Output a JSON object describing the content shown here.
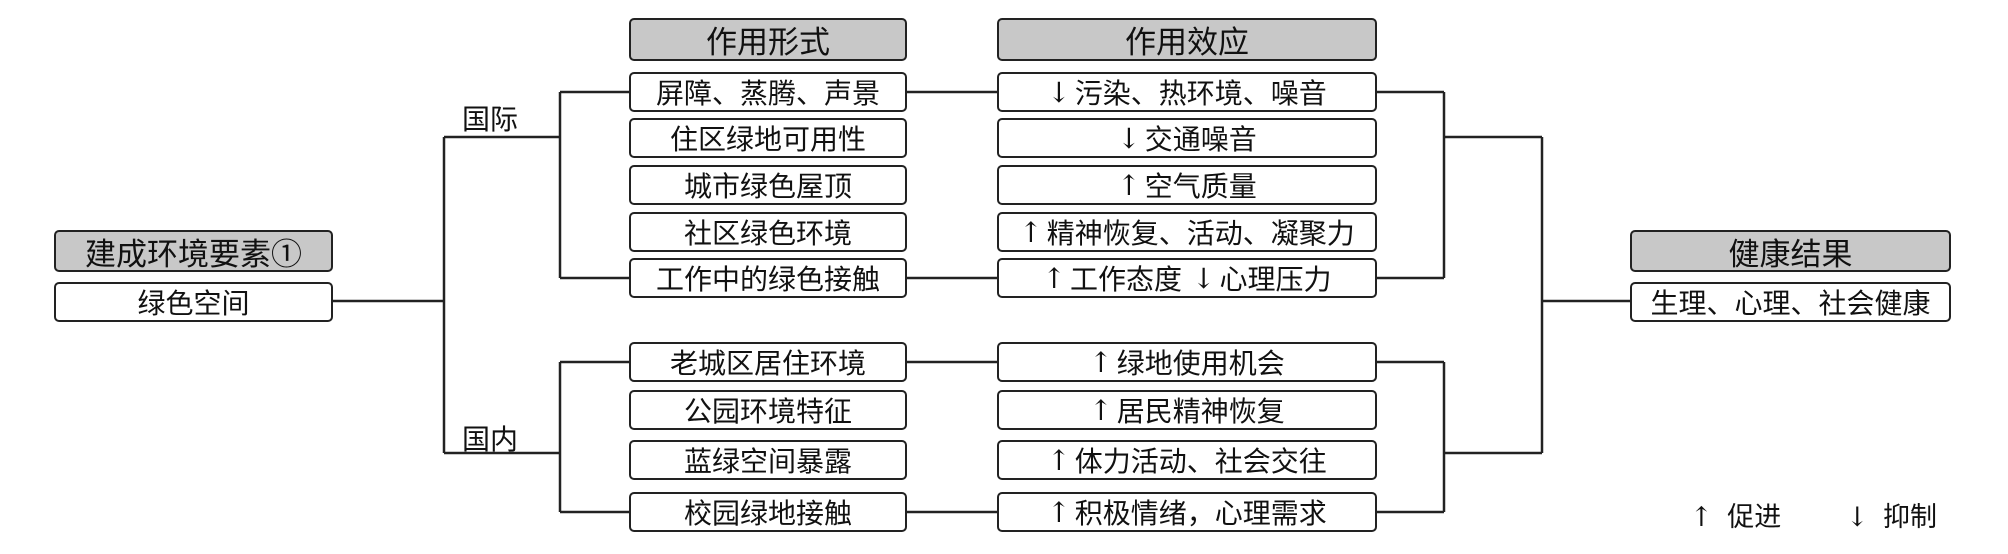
{
  "source": {
    "header": "建成环境要素①",
    "item": "绿色空间"
  },
  "branch_labels": {
    "international": "国际",
    "domestic": "国内"
  },
  "headers": {
    "forms": "作用形式",
    "effects": "作用效应",
    "outcome": "健康结果"
  },
  "international": [
    {
      "form": "屏障、蒸腾、声景",
      "effect": [
        {
          "arrow": "↓",
          "text": "污染、热环境、噪音"
        }
      ]
    },
    {
      "form": "住区绿地可用性",
      "effect": [
        {
          "arrow": "↓",
          "text": "交通噪音"
        }
      ]
    },
    {
      "form": "城市绿色屋顶",
      "effect": [
        {
          "arrow": "↑",
          "text": "空气质量"
        }
      ]
    },
    {
      "form": "社区绿色环境",
      "effect": [
        {
          "arrow": "↑",
          "text": "精神恢复、活动、凝聚力"
        }
      ]
    },
    {
      "form": "工作中的绿色接触",
      "effect": [
        {
          "arrow": "↑",
          "text": "工作态度"
        },
        {
          "arrow": "↓",
          "text": "心理压力"
        }
      ]
    }
  ],
  "domestic": [
    {
      "form": "老城区居住环境",
      "effect": [
        {
          "arrow": "↑",
          "text": "绿地使用机会"
        }
      ]
    },
    {
      "form": "公园环境特征",
      "effect": [
        {
          "arrow": "↑",
          "text": "居民精神恢复"
        }
      ]
    },
    {
      "form": "蓝绿空间暴露",
      "effect": [
        {
          "arrow": "↑",
          "text": "体力活动、社会交往"
        }
      ]
    },
    {
      "form": "校园绿地接触",
      "effect": [
        {
          "arrow": "↑",
          "text": "积极情绪，心理需求"
        }
      ]
    }
  ],
  "outcome": "生理、心理、社会健康",
  "legend": {
    "promote_arrow": "↑",
    "promote": "促进",
    "inhibit_arrow": "↓",
    "inhibit": "抑制"
  },
  "colors": {
    "header_fill": "#c8c8c8",
    "line": "#222222"
  }
}
